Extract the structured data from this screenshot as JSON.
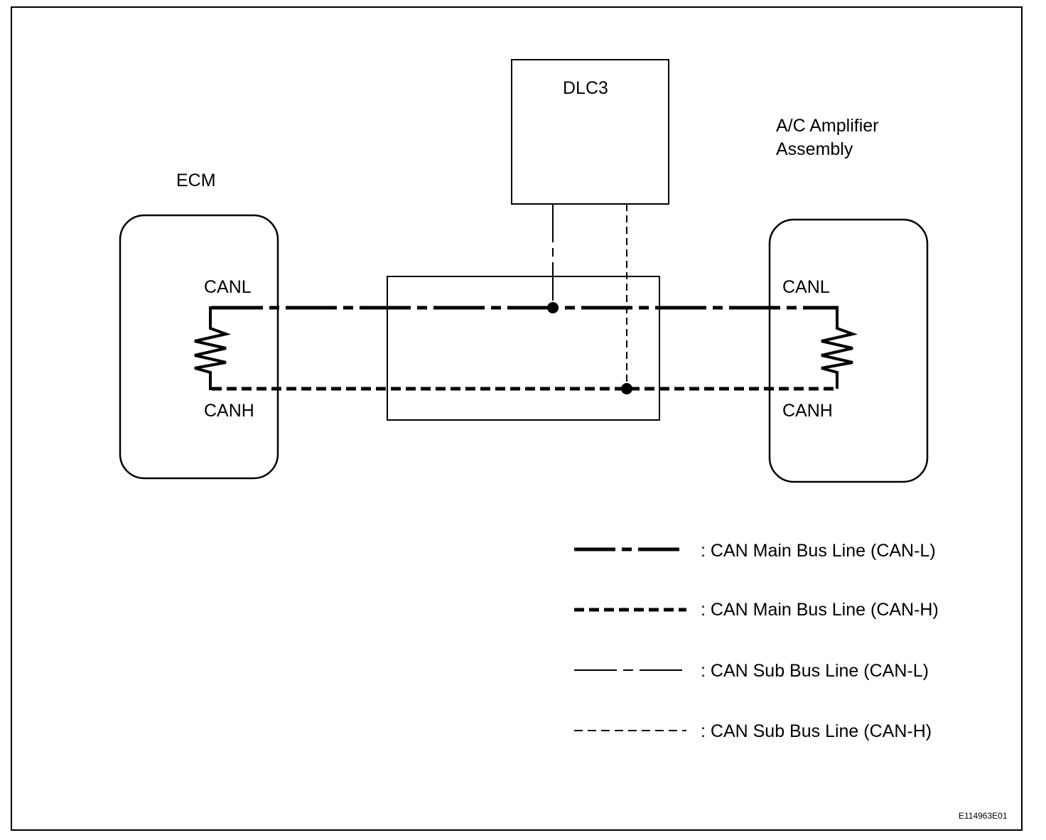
{
  "labels": {
    "dlc3": "DLC3",
    "ecm": "ECM",
    "ac_line1": "A/C Amplifier",
    "ac_line2": "Assembly",
    "ecm_canl": "CANL",
    "ecm_canh": "CANH",
    "ac_canl": "CANL",
    "ac_canh": "CANH"
  },
  "legend": [
    {
      "style": "main-l",
      "label": ": CAN Main Bus Line (CAN-L)"
    },
    {
      "style": "main-h",
      "label": ": CAN Main Bus Line (CAN-H)"
    },
    {
      "style": "sub-l",
      "label": ": CAN Sub Bus Line (CAN-L)"
    },
    {
      "style": "sub-h",
      "label": ": CAN Sub Bus Line (CAN-H)"
    }
  ],
  "figure_code": "E114963E01",
  "colors": {
    "line": "#000000",
    "background": "#ffffff"
  }
}
